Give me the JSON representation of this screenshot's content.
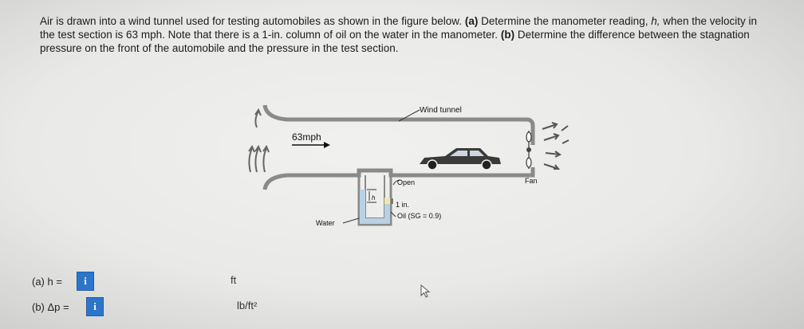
{
  "question": {
    "intro": "Air is drawn into a wind tunnel used for testing automobiles as shown in the figure below.",
    "part_a_marker": "(a)",
    "part_a_text": "Determine the manometer reading,",
    "part_a_var": "h,",
    "part_a_text2": "when the velocity in the test section is 63 mph. Note that there is a 1-in. column of oil on the water in the manometer.",
    "part_b_marker": "(b)",
    "part_b_text": "Determine the difference between the stagnation pressure on the front of the automobile and the pressure in the test section."
  },
  "figure": {
    "wind_tunnel_label": "Wind tunnel",
    "speed_label": "63mph",
    "open_label": "Open",
    "h_label": "h",
    "one_in_label": "1 in.",
    "oil_label": "Oil (SG = 0.9)",
    "water_label": "Water",
    "fan_label": "Fan"
  },
  "answers": [
    {
      "label": "(a) h =",
      "button": "i",
      "value": "",
      "unit": "ft"
    },
    {
      "label": "(b) Δp =",
      "button": "i",
      "value": "",
      "unit": "lb/ft²"
    }
  ],
  "colors": {
    "button": "#2e75c9",
    "tunnel": "#7d7d7d"
  }
}
